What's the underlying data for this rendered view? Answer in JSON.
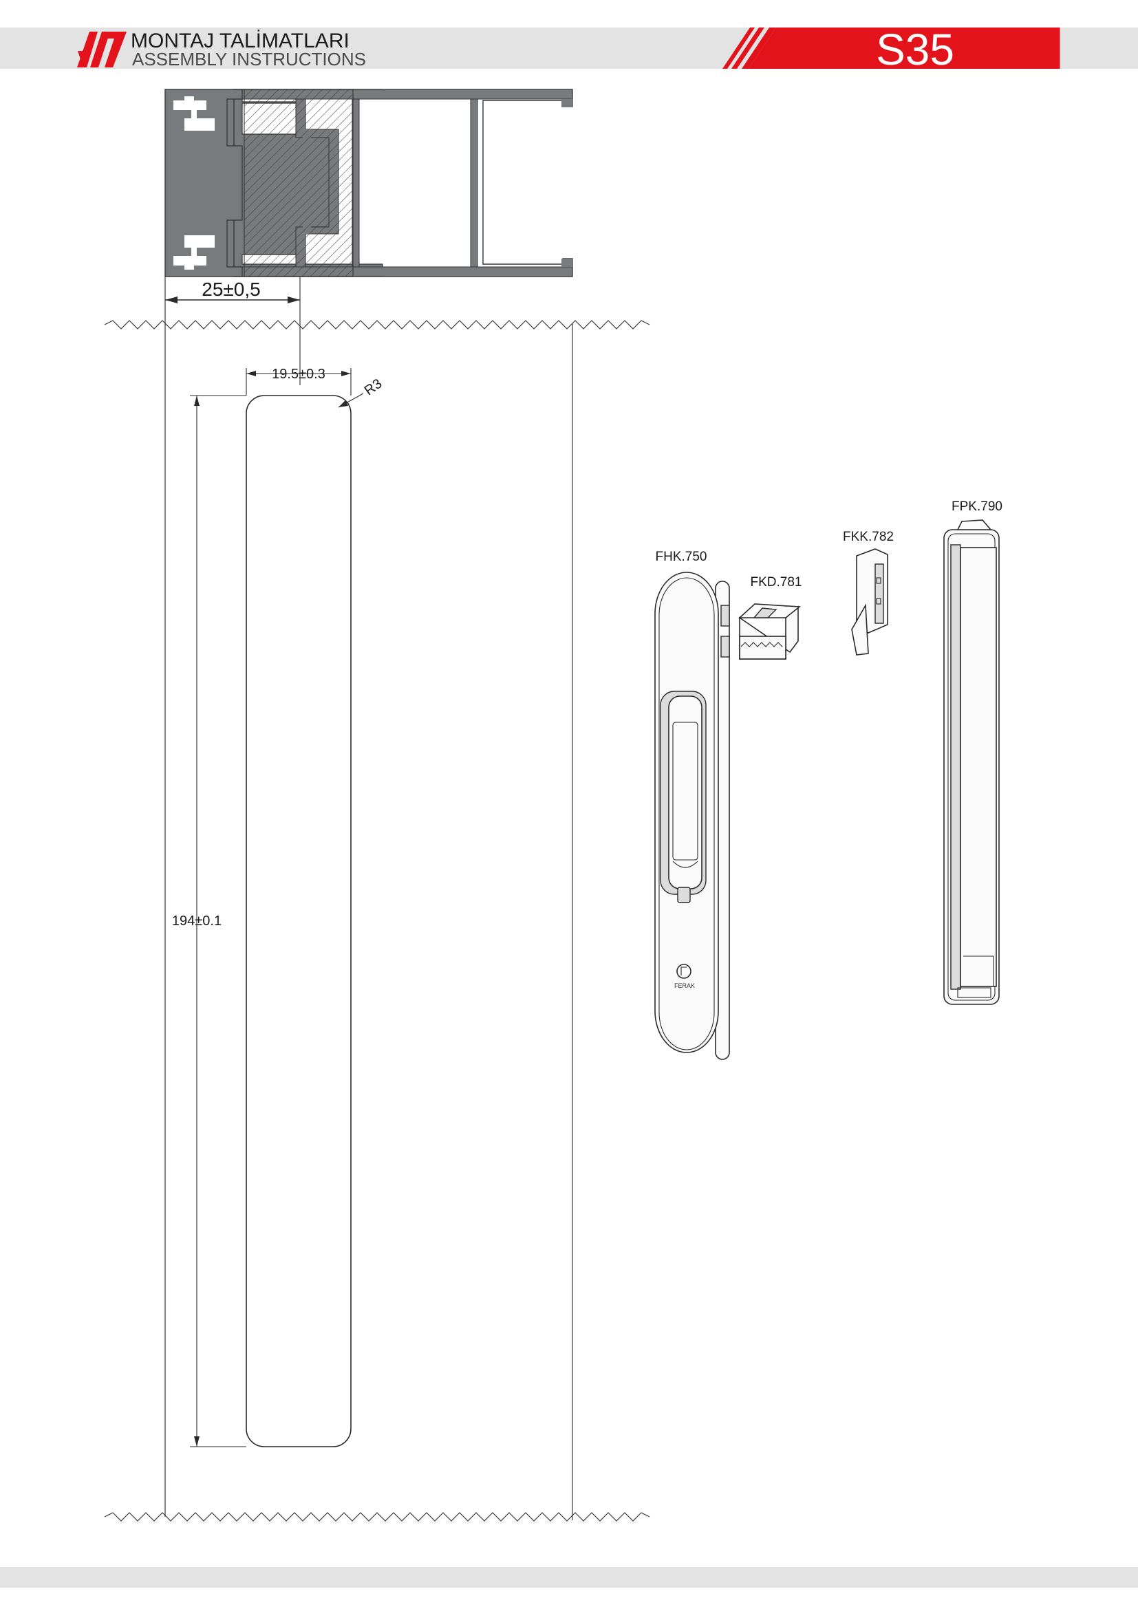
{
  "header": {
    "title": "MONTAJ TALİMATLARI",
    "subtitle": "ASSEMBLY INSTRUCTIONS",
    "series_code": "S35",
    "colors": {
      "accent": "#e2131a",
      "band": "#e3e3e3",
      "profile": "#777b7d"
    }
  },
  "logo": {
    "icon": "company-logo-mark"
  },
  "dimensions": {
    "profile_offset": "25±0,5",
    "cutout_width": "19.5±0.3",
    "corner_radius": "R3",
    "cutout_length": "194±0.1"
  },
  "parts": [
    {
      "code": "FHK.750",
      "icon": "sliding-handle-icon"
    },
    {
      "code": "FKD.781",
      "icon": "latch-block-icon"
    },
    {
      "code": "FKK.782",
      "icon": "hook-lock-icon"
    },
    {
      "code": "FPK.790",
      "icon": "cover-plate-icon"
    }
  ],
  "handle_logo_text": "FERAK"
}
